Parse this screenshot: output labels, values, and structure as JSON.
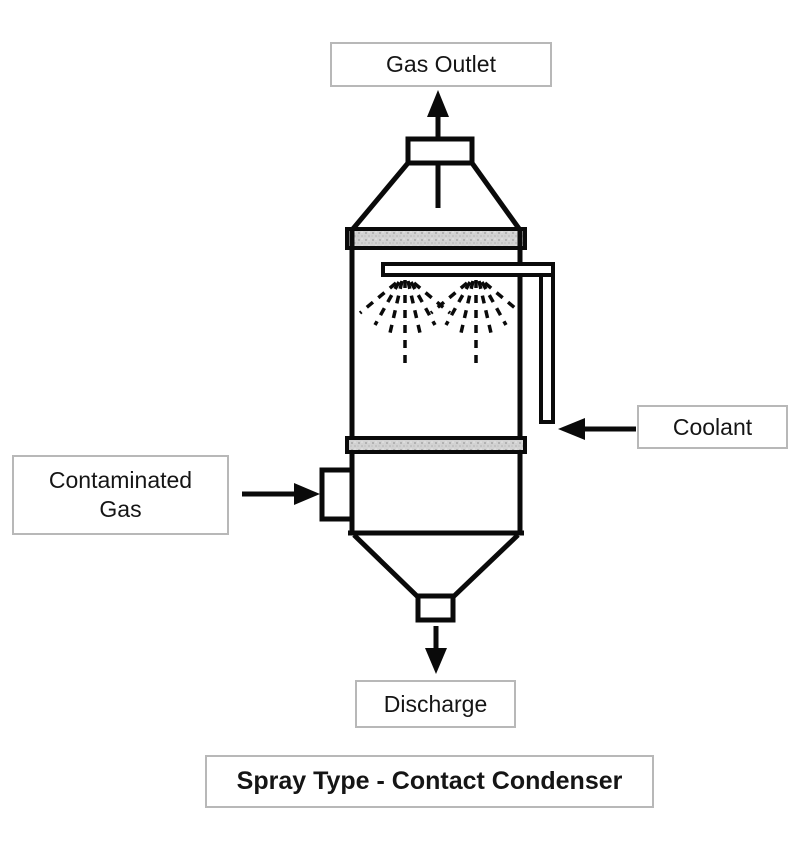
{
  "diagram": {
    "title": "Spray Type - Contact Condenser",
    "labels": {
      "gas_outlet": "Gas Outlet",
      "contaminated_gas": {
        "line1": "Contaminated",
        "line2": "Gas"
      },
      "coolant": "Coolant",
      "discharge": "Discharge"
    },
    "colors": {
      "line": "#0a0a0a",
      "label_border": "#b8b8b8",
      "text": "#151515",
      "band_base": "#d2d2d2",
      "background": "#ffffff"
    }
  }
}
